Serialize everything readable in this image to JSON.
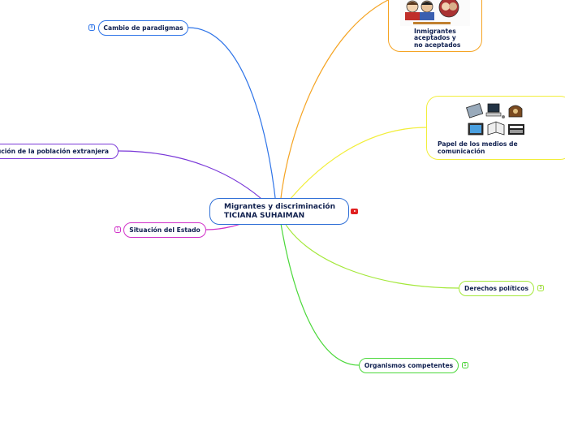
{
  "map": {
    "center": {
      "line1": "Migrantes y discriminación",
      "line2": "TICIANA SUHAIMAN"
    },
    "topics": {
      "cambio": {
        "label": "Cambio de paradigmas",
        "count": "8",
        "color": "#2e74e8"
      },
      "distribucion": {
        "label": "ribución de la población extranjera",
        "color": "#7a38d8"
      },
      "situacion": {
        "label": "Situación del Estado",
        "count": "1",
        "color": "#d030c8"
      },
      "inmigrantes": {
        "line1": "Inmigrantes",
        "line2": "aceptados y",
        "line3": "no aceptados",
        "color": "#f5a423"
      },
      "medios": {
        "line1": "Papel de los medios de",
        "line2": "comunicación",
        "color": "#f2ee3a"
      },
      "derechos": {
        "label": "Derechos políticos",
        "count": "3",
        "color": "#a4e83a"
      },
      "organismos": {
        "label": "Organismos competentes",
        "count": "1",
        "color": "#4bd83a"
      }
    },
    "icons": {
      "video": "video-icon",
      "people_image": "people-illustration-icon",
      "media_image": "media-devices-icon"
    }
  }
}
